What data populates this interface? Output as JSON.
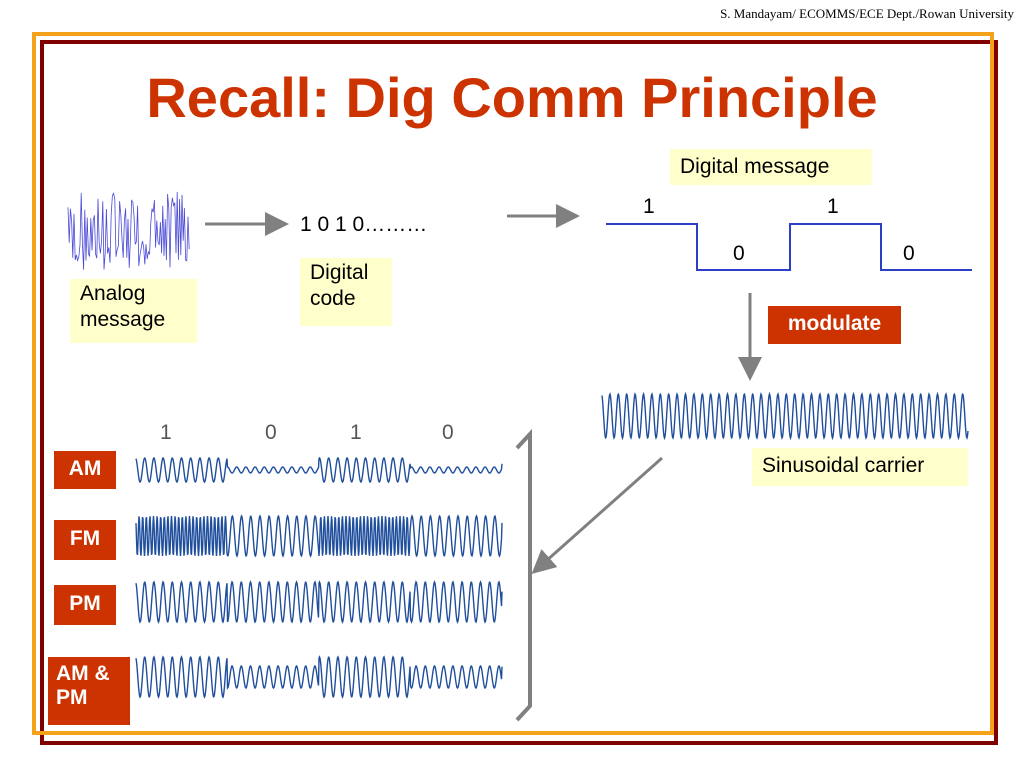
{
  "header": {
    "credit": "S. Mandayam/ ECOMMS/ECE Dept./Rowan University"
  },
  "slide": {
    "title": "Recall: Dig Comm Principle",
    "analog_label": "Analog message",
    "code_text": "1 0 1 0………",
    "code_label": "Digital code",
    "digital_message_label": "Digital message",
    "square_bits": [
      "1",
      "0",
      "1",
      "0"
    ],
    "modulate_label": "modulate",
    "carrier_label": "Sinusoidal carrier",
    "modulated_bits": [
      "1",
      "0",
      "1",
      "0"
    ],
    "schemes": [
      {
        "label": "AM"
      },
      {
        "label": "FM"
      },
      {
        "label": "PM"
      },
      {
        "label": "AM & PM"
      }
    ]
  },
  "colors": {
    "title": "#cc3300",
    "note_fill": "#ffffcc",
    "frame_outer": "#800000",
    "frame_inner": "#f4a21a",
    "signal": "#1f4e9c",
    "arrow": "#808080"
  }
}
